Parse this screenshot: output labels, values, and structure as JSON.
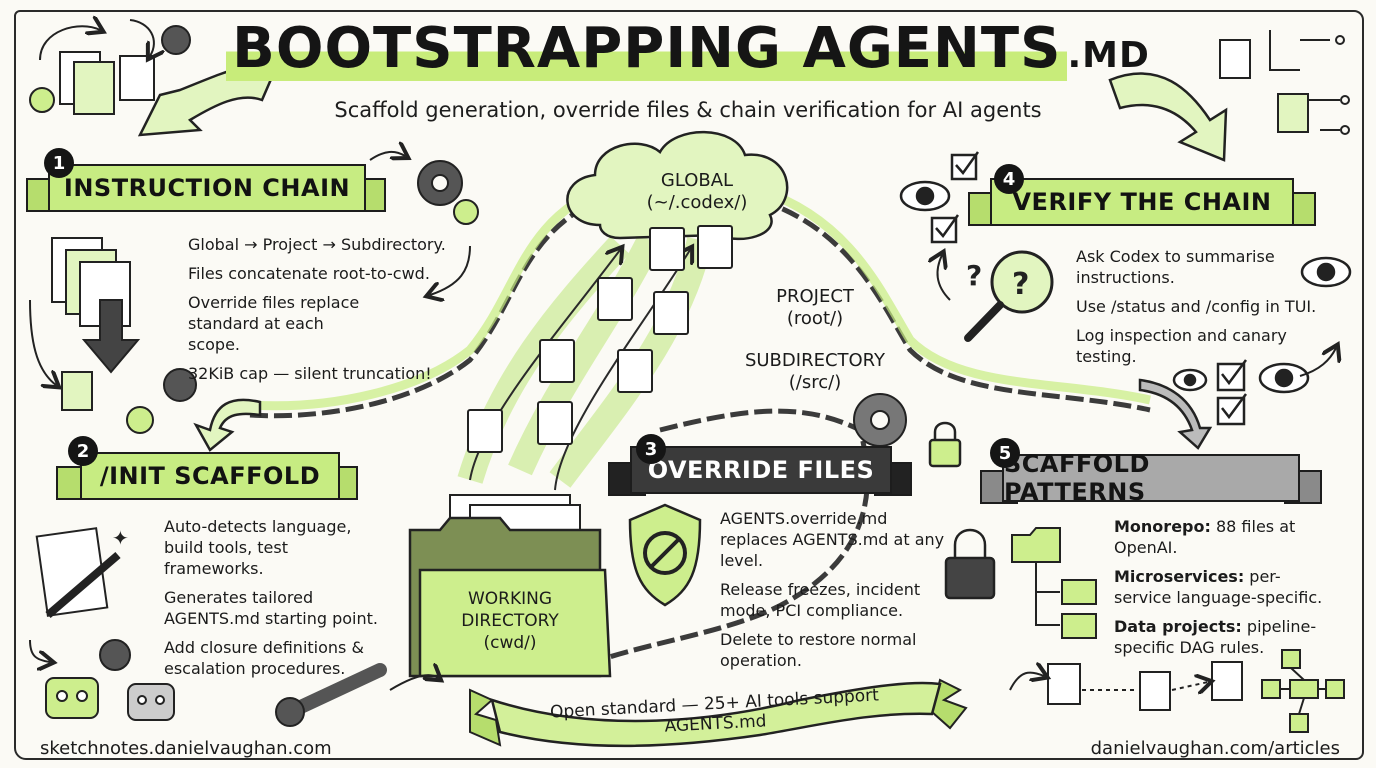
{
  "title": {
    "main": "BOOTSTRAPPING AGENTS",
    "suffix": ".MD"
  },
  "subtitle": "Scaffold generation, override files & chain verification for AI agents",
  "sections": {
    "s1": {
      "num": "1",
      "heading": "INSTRUCTION CHAIN",
      "lines": [
        "Global → Project → Subdirectory.",
        "Files concatenate root-to-cwd.",
        "Override files replace standard at each scope.",
        "32KiB cap — silent truncation!"
      ]
    },
    "s2": {
      "num": "2",
      "heading": "/INIT SCAFFOLD",
      "lines": [
        "Auto-detects language, build tools, test frameworks.",
        "Generates tailored AGENTS.md starting point.",
        "Add closure definitions & escalation procedures."
      ]
    },
    "s3": {
      "num": "3",
      "heading": "OVERRIDE FILES",
      "lines": [
        "AGENTS.override.md replaces AGENTS.md at any level.",
        "Release freezes, incident mode, PCI compliance.",
        "Delete to restore normal operation."
      ]
    },
    "s4": {
      "num": "4",
      "heading": "VERIFY THE CHAIN",
      "lines": [
        "Ask Codex to summarise instructions.",
        "Use /status and /config in TUI.",
        "Log inspection and canary testing."
      ]
    },
    "s5": {
      "num": "5",
      "heading": "SCAFFOLD PATTERNS",
      "items": [
        {
          "bold": "Monorepo:",
          "rest": " 88 files at OpenAI."
        },
        {
          "bold": "Microservices:",
          "rest": " per-service language-specific."
        },
        {
          "bold": "Data projects:",
          "rest": " pipeline-specific DAG rules."
        }
      ]
    }
  },
  "center": {
    "global": "GLOBAL",
    "global_path": "(~/.codex/)",
    "project": "PROJECT",
    "project_path": "(root/)",
    "subdirectory": "SUBDIRECTORY",
    "subdirectory_path": "(/src/)",
    "working": "WORKING",
    "directory": "DIRECTORY",
    "cwd": "(cwd/)"
  },
  "bottom_banner": "Open standard — 25+ AI tools support AGENTS.md",
  "footer": {
    "left": "sketchnotes.danielvaughan.com",
    "right": "danielvaughan.com/articles"
  },
  "colors": {
    "accent": "#c7ec82",
    "ink": "#1b1b1b",
    "dark_banner": "#3a3a3a",
    "grey_banner": "#a9a9a9"
  },
  "icons": [
    "cycle-arrows-icon",
    "gear-icon",
    "document-stack-icon",
    "down-arrow-icon",
    "magic-wand-icon",
    "robot-icon",
    "wrench-icon",
    "cloud-icon",
    "chain-icon",
    "folder-icon",
    "shield-icon",
    "padlock-icon",
    "eye-icon",
    "checkmark-icon",
    "magnifier-question-icon",
    "folder-tree-icon",
    "flowchart-icon",
    "circuit-icon"
  ]
}
